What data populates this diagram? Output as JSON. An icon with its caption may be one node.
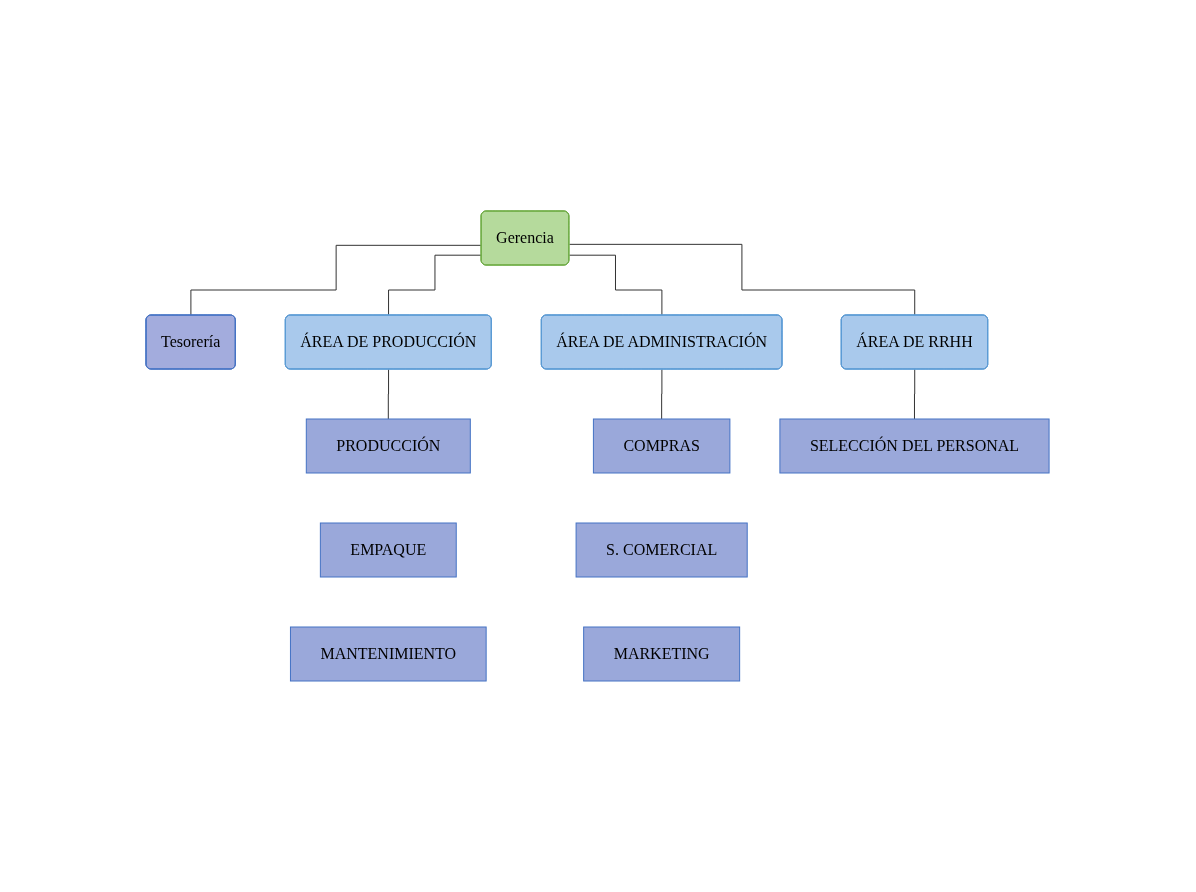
{
  "diagram": {
    "nodes": [
      {
        "text": [
          "Gerencia"
        ]
      },
      {
        "text": [
          "Tesorería"
        ]
      },
      {
        "text": [
          "ÁREA DE PRODUCCIÓN"
        ]
      },
      {
        "text": [
          "ÁREA DE ADMINISTRACIÓN"
        ]
      },
      {
        "text": [
          "ÁREA DE RRHH"
        ]
      },
      {
        "text": [
          "PRODUCCIÓN"
        ]
      },
      {
        "text": [
          "EMPAQUE"
        ]
      },
      {
        "text": [
          "MANTENIMIENTO"
        ]
      },
      {
        "text": [
          "COMPRAS"
        ]
      },
      {
        "text": [
          "S. COMERCIAL"
        ]
      },
      {
        "text": [
          "MARKETING"
        ]
      },
      {
        "text": [
          "SELECCIÓN DEL PERSONAL"
        ]
      }
    ],
    "edges": [
      {
        "from": 0,
        "to": 1,
        "arrow": "none"
      },
      {
        "from": 0,
        "to": 2,
        "arrow": "none"
      },
      {
        "from": 0,
        "to": 3,
        "arrow": "none"
      },
      {
        "from": 0,
        "to": 4,
        "arrow": "none"
      },
      {
        "from": 2,
        "to": 5,
        "arrow": "none"
      },
      {
        "from": 3,
        "to": 8,
        "arrow": "none"
      },
      {
        "from": 4,
        "to": 11,
        "arrow": "none"
      }
    ]
  }
}
